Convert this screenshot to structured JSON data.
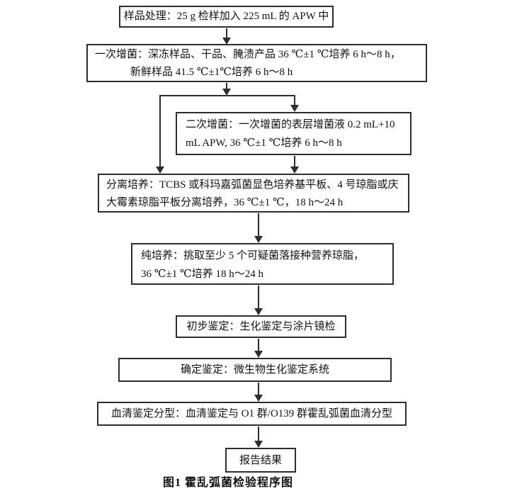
{
  "figure": {
    "caption": "图1 霍乱弧菌检验程序图"
  },
  "flowchart": {
    "line_color": "#2e2e2e",
    "background_color": "#ffffff",
    "nodes": {
      "sample": {
        "text": "样品处理：25 g 检样加入 225 mL 的 APW 中"
      },
      "enrich1": {
        "line1": "一次增菌：深冻样品、干品、腌渍产品 36 ℃±1 ℃培养 6 h～8 h，",
        "line2": "新鲜样品 41.5 ℃±1℃培养 6 h～8 h"
      },
      "enrich2": {
        "line1": "二次增菌：一次增菌的表层增菌液 0.2 mL+10",
        "line2": "mL APW, 36 ℃±1 ℃培养 6 h～8 h"
      },
      "isolate": {
        "line1": "分离培养：TCBS 或科玛嘉弧菌显色培养基平板、4 号琼脂或庆",
        "line2": "大霉素琼脂平板分离培养，36 ℃±1 ℃，18 h～24 h"
      },
      "pure": {
        "line1": "纯培养：挑取至少 5 个可疑菌落接种营养琼脂，",
        "line2": "36 ℃±1 ℃培养 18 h～24 h"
      },
      "prelim": {
        "text": "初步鉴定：生化鉴定与涂片镜检"
      },
      "confirm": {
        "text": "确定鉴定：微生物生化鉴定系统"
      },
      "serotype": {
        "text": "血清鉴定分型：血清鉴定与 O1 群/O139 群霍乱弧菌血清分型"
      },
      "report": {
        "text": "报告结果"
      }
    },
    "edges": [
      {
        "from": "sample",
        "to": "enrich1"
      },
      {
        "from": "enrich1",
        "to": "enrich2"
      },
      {
        "from": "enrich1",
        "to": "isolate"
      },
      {
        "from": "enrich2",
        "to": "isolate"
      },
      {
        "from": "isolate",
        "to": "pure"
      },
      {
        "from": "pure",
        "to": "prelim"
      },
      {
        "from": "prelim",
        "to": "confirm"
      },
      {
        "from": "confirm",
        "to": "serotype"
      },
      {
        "from": "serotype",
        "to": "report"
      }
    ]
  }
}
